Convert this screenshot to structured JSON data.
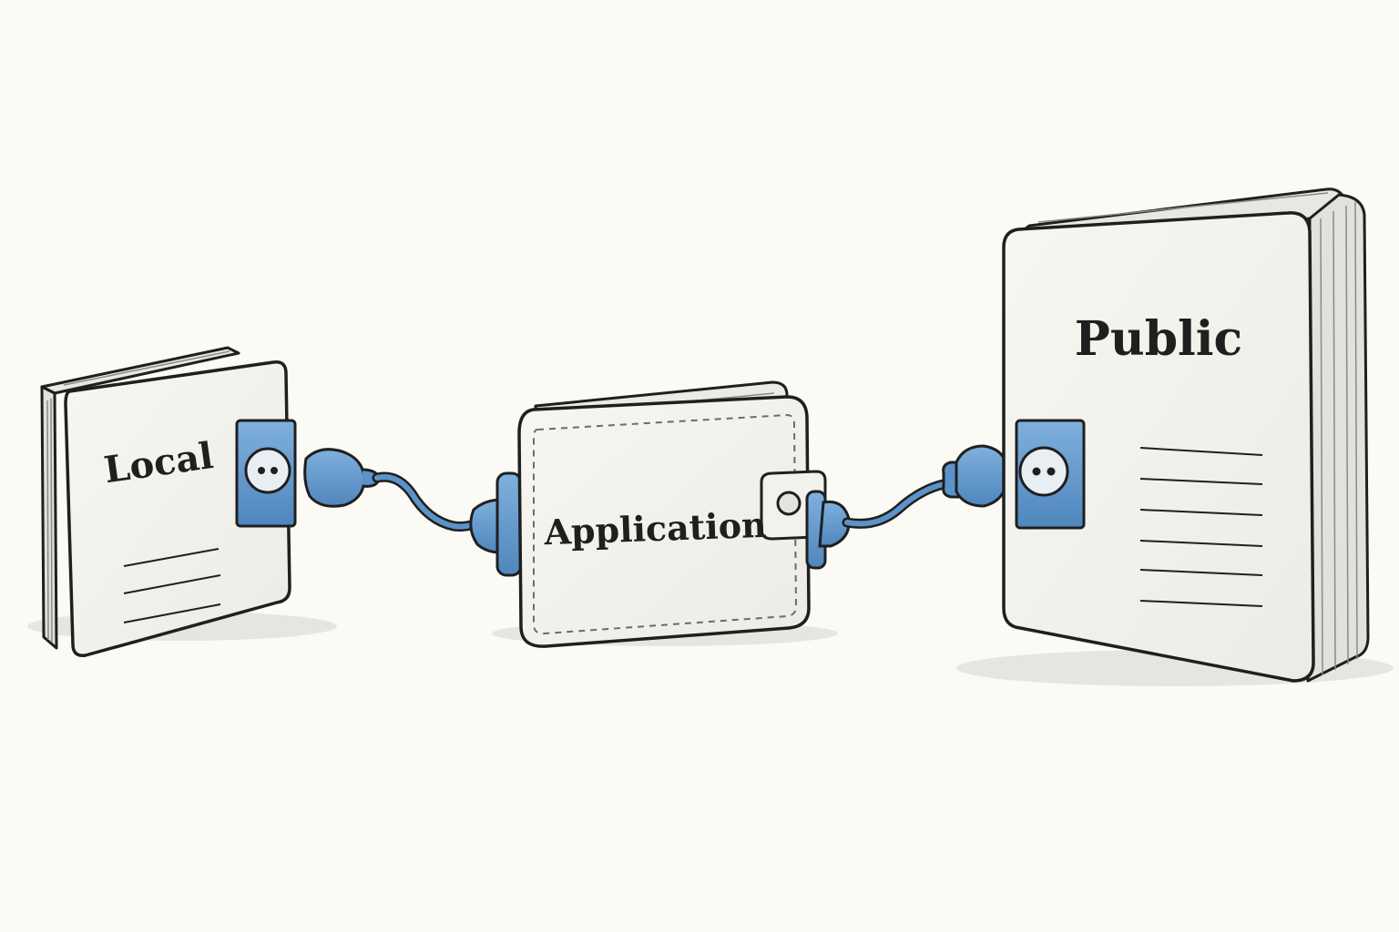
{
  "diagram": {
    "nodes": {
      "local": {
        "label": "Local"
      },
      "application": {
        "label": "Application"
      },
      "public": {
        "label": "Public"
      }
    },
    "connections": [
      {
        "from": "local",
        "to": "application"
      },
      {
        "from": "application",
        "to": "public"
      }
    ]
  },
  "colors": {
    "background": "#fbfaf4",
    "paper": "#f4f3ee",
    "outline": "#1f1f1f",
    "socket": "#5b93c9",
    "cable": "#5b93c9"
  },
  "icons": {
    "local": "book-icon",
    "application": "wallet-icon",
    "public": "book-icon",
    "sockets": "power-socket-icon",
    "plugs": "plug-icon"
  }
}
